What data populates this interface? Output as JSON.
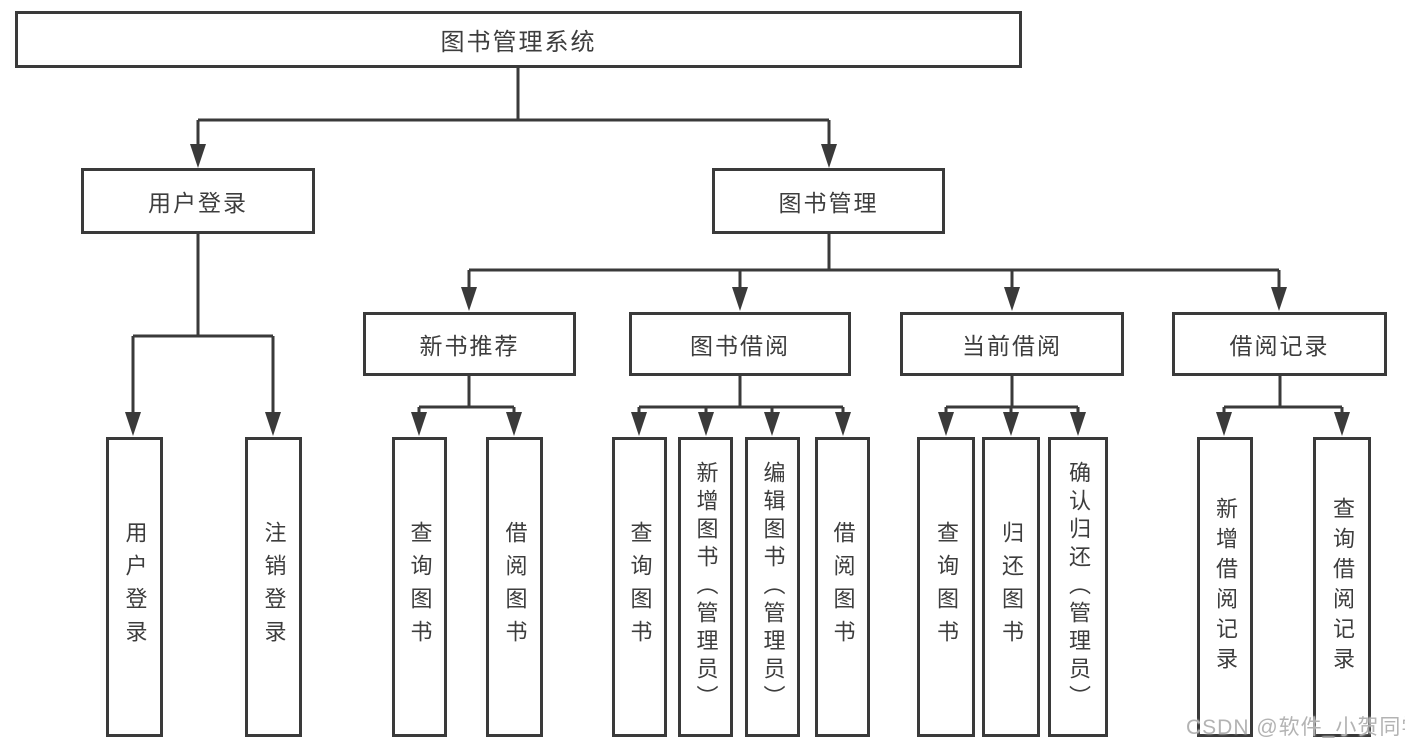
{
  "tree": {
    "root": {
      "label": "图书管理系统"
    },
    "branches": [
      {
        "label": "用户登录",
        "children": [
          {
            "label": "用户登录"
          },
          {
            "label": "注销登录"
          }
        ]
      },
      {
        "label": "图书管理",
        "groups": [
          {
            "label": "新书推荐",
            "children": [
              {
                "label": "查询图书"
              },
              {
                "label": "借阅图书"
              }
            ]
          },
          {
            "label": "图书借阅",
            "children": [
              {
                "label": "查询图书"
              },
              {
                "label": "新增图书（管理员）"
              },
              {
                "label": "编辑图书（管理员）"
              },
              {
                "label": "借阅图书"
              }
            ]
          },
          {
            "label": "当前借阅",
            "children": [
              {
                "label": "查询图书"
              },
              {
                "label": "归还图书"
              },
              {
                "label": "确认归还（管理员）"
              }
            ]
          },
          {
            "label": "借阅记录",
            "children": [
              {
                "label": "新增借阅记录"
              },
              {
                "label": "查询借阅记录"
              }
            ]
          }
        ]
      }
    ]
  },
  "watermark": {
    "text": "CSDN @软件_小贺同学",
    "color": "#b0b0b0"
  },
  "colors": {
    "line": "#3a3a3a",
    "text": "#3d3d3d",
    "background": "#ffffff"
  }
}
